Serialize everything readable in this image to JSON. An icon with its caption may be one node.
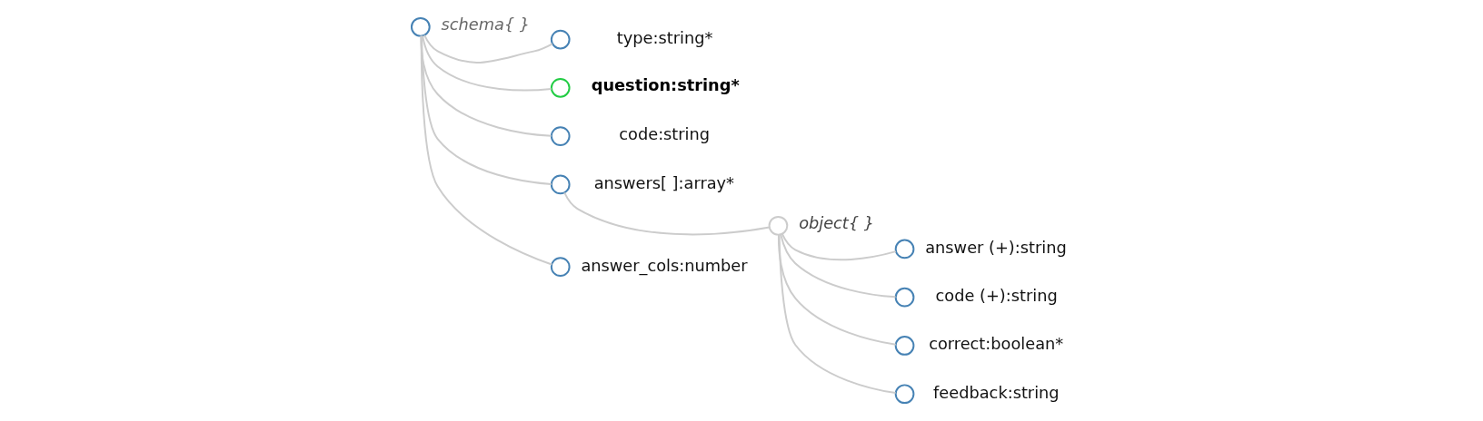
{
  "diagram": {
    "nodes": [
      {
        "text": [],
        "shape": "circle",
        "beside": [
          "schema{ }"
        ]
      },
      {
        "text": [],
        "shape": "circle",
        "beside": [
          "type:string*"
        ]
      },
      {
        "text": [],
        "shape": "circle",
        "beside": [
          "question:string*"
        ]
      },
      {
        "text": [],
        "shape": "circle",
        "beside": [
          "code:string"
        ]
      },
      {
        "text": [],
        "shape": "circle",
        "beside": [
          "answers[ ]:array*"
        ]
      },
      {
        "text": [],
        "shape": "circle",
        "beside": [
          "answer_cols:number"
        ]
      },
      {
        "text": [],
        "shape": "circle",
        "beside": [
          "object{ }"
        ]
      },
      {
        "text": [],
        "shape": "circle",
        "beside": [
          "answer (+):string"
        ]
      },
      {
        "text": [],
        "shape": "circle",
        "beside": [
          "code (+):string"
        ]
      },
      {
        "text": [],
        "shape": "circle",
        "beside": [
          "correct:boolean*"
        ]
      },
      {
        "text": [],
        "shape": "circle",
        "beside": [
          "feedback:string"
        ]
      }
    ],
    "edges": [
      {
        "from": 0,
        "to": 1,
        "arrow": "none"
      },
      {
        "from": 0,
        "to": 2,
        "arrow": "none"
      },
      {
        "from": 0,
        "to": 3,
        "arrow": "none"
      },
      {
        "from": 0,
        "to": 4,
        "arrow": "none"
      },
      {
        "from": 0,
        "to": 5,
        "arrow": "none"
      },
      {
        "from": 4,
        "to": 6,
        "arrow": "none"
      },
      {
        "from": 6,
        "to": 7,
        "arrow": "none"
      },
      {
        "from": 6,
        "to": 8,
        "arrow": "none"
      },
      {
        "from": 6,
        "to": 9,
        "arrow": "none"
      },
      {
        "from": 6,
        "to": 10,
        "arrow": "none"
      }
    ]
  }
}
